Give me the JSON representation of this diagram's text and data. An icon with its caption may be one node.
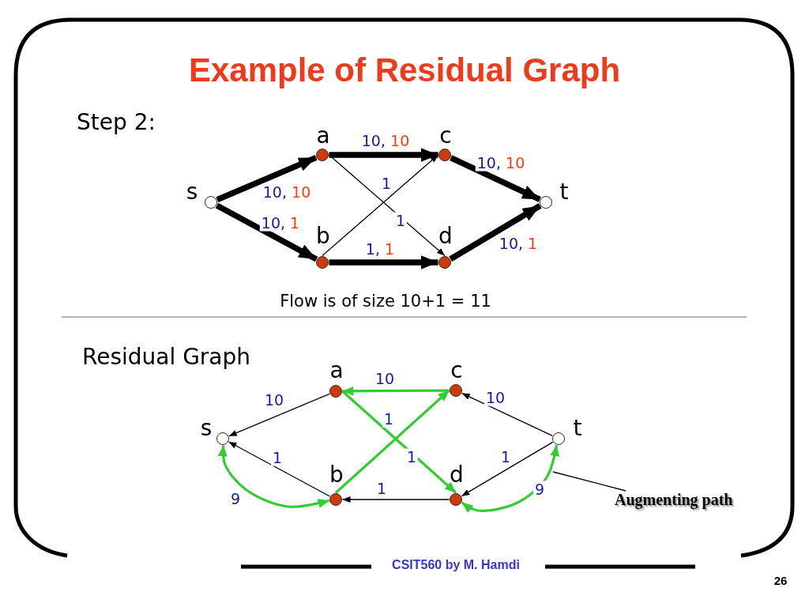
{
  "diagram": {
    "title": "Example of Residual Graph",
    "nodes": [
      {
        "text": [
          "s"
        ]
      },
      {
        "text": [
          "a"
        ]
      },
      {
        "text": [
          "b"
        ]
      },
      {
        "text": [
          "c"
        ]
      },
      {
        "text": [
          "d"
        ]
      },
      {
        "text": [
          "t"
        ]
      },
      {
        "text": [
          "s"
        ]
      },
      {
        "text": [
          "a"
        ]
      },
      {
        "text": [
          "b"
        ]
      },
      {
        "text": [
          "c"
        ]
      },
      {
        "text": [
          "d"
        ]
      },
      {
        "text": [
          "t"
        ]
      },
      {
        "text": [
          "Augmenting path"
        ]
      }
    ],
    "edges": [
      {
        "from": 0,
        "to": 1,
        "arrow": "to",
        "label": "10, 10",
        "style": "thick"
      },
      {
        "from": 0,
        "to": 2,
        "arrow": "to",
        "label": "10, 1",
        "style": "thick"
      },
      {
        "from": 1,
        "to": 3,
        "arrow": "to",
        "label": "10, 10",
        "style": "thick"
      },
      {
        "from": 2,
        "to": 3,
        "arrow": "to",
        "label": "1"
      },
      {
        "from": 1,
        "to": 4,
        "arrow": "to",
        "label": "1"
      },
      {
        "from": 2,
        "to": 4,
        "arrow": "to",
        "label": "1, 1",
        "style": "thick"
      },
      {
        "from": 3,
        "to": 5,
        "arrow": "to",
        "label": "10, 10",
        "style": "thick"
      },
      {
        "from": 4,
        "to": 5,
        "arrow": "to",
        "label": "10, 1",
        "style": "thick"
      },
      {
        "from": 7,
        "to": 6,
        "arrow": "to",
        "label": "10"
      },
      {
        "from": 8,
        "to": 6,
        "arrow": "to",
        "label": "1"
      },
      {
        "from": 6,
        "to": 8,
        "arrow": "both",
        "label": "9",
        "color": "#33cc33"
      },
      {
        "from": 9,
        "to": 7,
        "arrow": "to",
        "label": "10",
        "color": "#33cc33"
      },
      {
        "from": 8,
        "to": 9,
        "arrow": "to",
        "label": "1",
        "color": "#33cc33"
      },
      {
        "from": 7,
        "to": 10,
        "arrow": "to",
        "label": "1",
        "color": "#33cc33"
      },
      {
        "from": 11,
        "to": 9,
        "arrow": "to",
        "label": "10"
      },
      {
        "from": 11,
        "to": 10,
        "arrow": "to",
        "label": "1"
      },
      {
        "from": 10,
        "to": 8,
        "arrow": "to",
        "label": "1"
      },
      {
        "from": 10,
        "to": 11,
        "arrow": "both",
        "label": "9",
        "color": "#33cc33"
      },
      {
        "from": 12,
        "to": null,
        "arrow": "none"
      }
    ],
    "labels": [
      "Step 2:",
      "Flow is of size 10+1 = 11",
      "Residual Graph",
      "CSIT560 by M. Hamdi",
      "26"
    ]
  }
}
